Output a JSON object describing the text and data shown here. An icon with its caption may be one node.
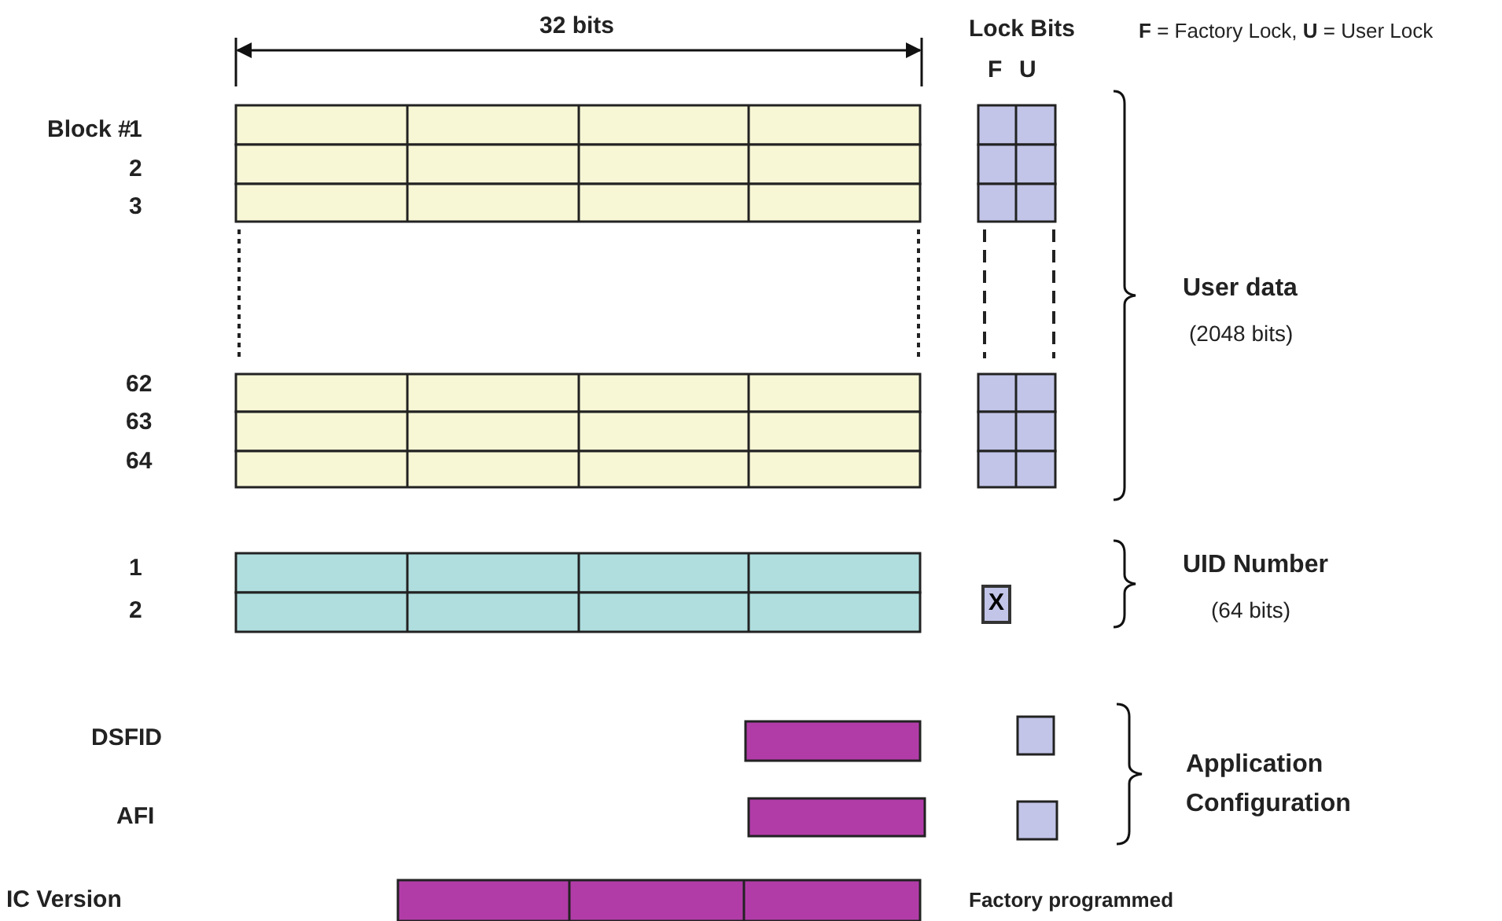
{
  "diagram": {
    "nodes": [
      {
        "text": [
          "X"
        ]
      }
    ],
    "edges": [],
    "labels": [
      "32 bits",
      "Lock Bits",
      "**F** = Factory Lock, **U** = User Lock",
      "F",
      "U",
      "Block #",
      "1",
      "2",
      "3",
      "User data",
      "(2048 bits)",
      "62",
      "63",
      "64",
      "1",
      "2",
      "UID Number",
      "(64 bits)",
      "DSFID",
      "Application Configuration",
      "AFI",
      "IC Version",
      "Factory programmed"
    ]
  }
}
